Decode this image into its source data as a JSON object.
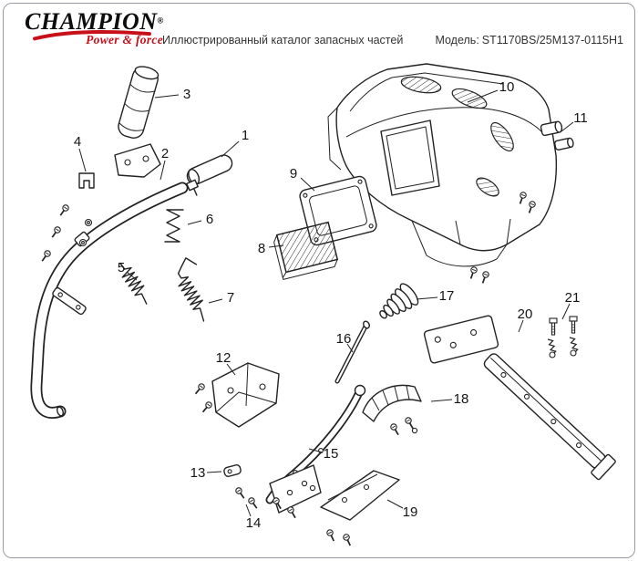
{
  "header": {
    "brand": "CHAMPION",
    "brand_mark": "®",
    "tagline": "Power & force",
    "title": "Иллюстрированный каталог запасных частей",
    "model_label": "Модель:",
    "model_value": "ST1170BS/25M137-0115H1",
    "accent_color": "#c8101a",
    "text_color": "#333333"
  },
  "diagram": {
    "line_color": "#222222",
    "callouts": [
      "1",
      "2",
      "3",
      "4",
      "5",
      "6",
      "7",
      "8",
      "9",
      "10",
      "11",
      "12",
      "13",
      "14",
      "15",
      "16",
      "17",
      "18",
      "19",
      "20",
      "21"
    ]
  }
}
